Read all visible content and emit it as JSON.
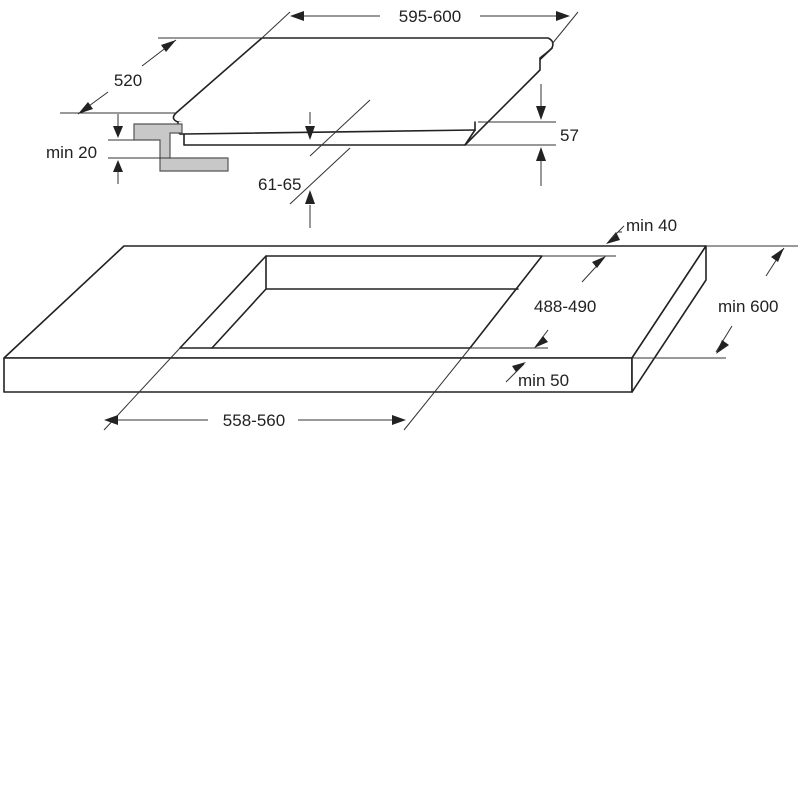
{
  "hob": {
    "width": "595-600",
    "depth": "520",
    "height": "57",
    "clip_clearance": "min 20",
    "inner_offset": "61-65"
  },
  "worktop": {
    "rear_margin": "min 40",
    "cutout_depth": "488-490",
    "worktop_depth": "min 600",
    "front_margin": "min 50",
    "cutout_width": "558-560"
  },
  "colors": {
    "line": "#222222",
    "bracket": "#c8c8c8",
    "background": "#ffffff"
  }
}
